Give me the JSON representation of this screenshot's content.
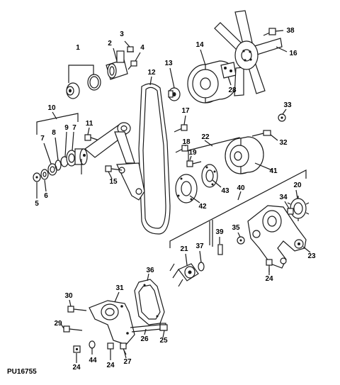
{
  "figure_code": "PU16755",
  "callouts": {
    "c1": "1",
    "c2": "2",
    "c3": "3",
    "c4": "4",
    "c5": "5",
    "c6": "6",
    "c7a": "7",
    "c7b": "7",
    "c8": "8",
    "c9": "9",
    "c10": "10",
    "c11": "11",
    "c12": "12",
    "c13": "13",
    "c14": "14",
    "c15": "15",
    "c16": "16",
    "c17": "17",
    "c18": "18",
    "c19": "19",
    "c20": "20",
    "c21": "21",
    "c22": "22",
    "c23": "23",
    "c24a": "24",
    "c24b": "24",
    "c24c": "24",
    "c25": "25",
    "c26": "26",
    "c27": "27",
    "c28": "28",
    "c29": "29",
    "c30": "30",
    "c31": "31",
    "c32": "32",
    "c33": "33",
    "c34": "34",
    "c35": "35",
    "c36": "36",
    "c37": "37",
    "c38": "38",
    "c39": "39",
    "c40": "40",
    "c41": "41",
    "c42": "42",
    "c43": "43",
    "c44": "44"
  }
}
